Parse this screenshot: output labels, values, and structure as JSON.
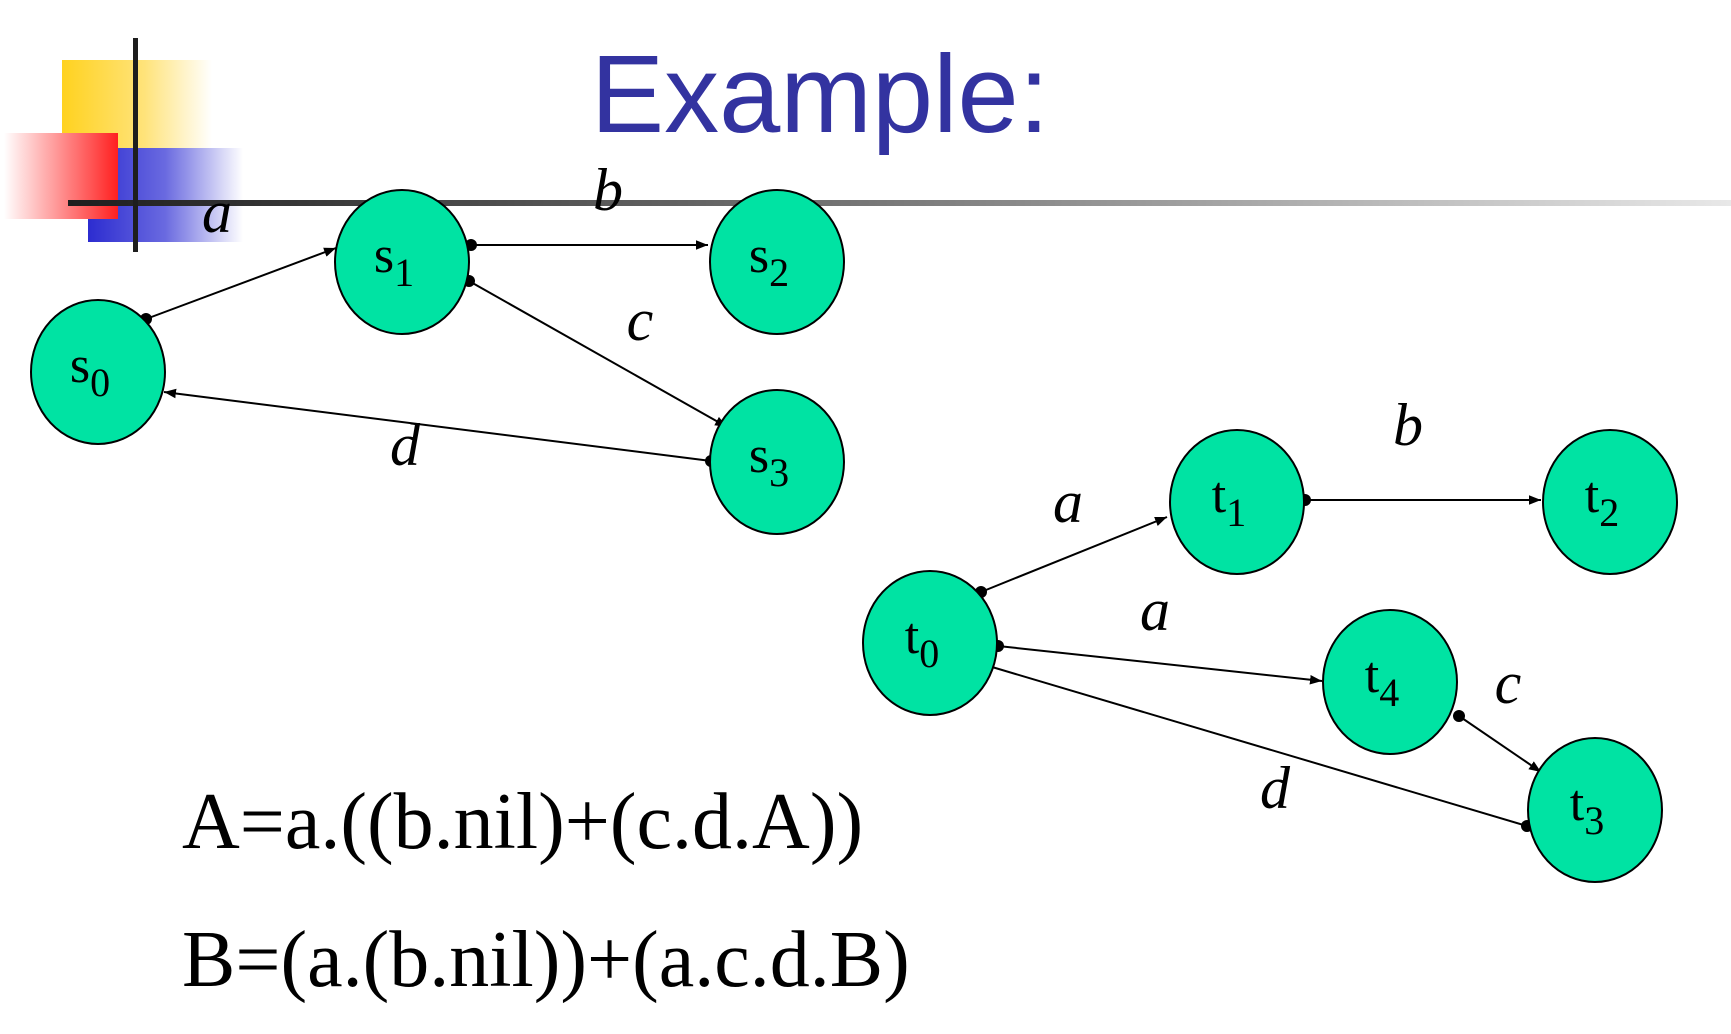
{
  "title": "Example:",
  "formulas": {
    "A": "A=a.((b.nil)+(c.d.A))",
    "B": "B=(a.(b.nil))+(a.c.d.B)"
  },
  "colors": {
    "title": "#3333a0",
    "node_fill": "#00e3a3",
    "edge": "#000000",
    "deco_yellow": "#ffd21f",
    "deco_red": "#ff2a2a",
    "deco_blue": "#3030d0"
  },
  "graph_s": {
    "nodes": [
      {
        "id": "s0",
        "base": "s",
        "sub": "0"
      },
      {
        "id": "s1",
        "base": "s",
        "sub": "1"
      },
      {
        "id": "s2",
        "base": "s",
        "sub": "2"
      },
      {
        "id": "s3",
        "base": "s",
        "sub": "3"
      }
    ],
    "edges": [
      {
        "from": "s0",
        "to": "s1",
        "label": "a"
      },
      {
        "from": "s1",
        "to": "s2",
        "label": "b"
      },
      {
        "from": "s1",
        "to": "s3",
        "label": "c"
      },
      {
        "from": "s3",
        "to": "s0",
        "label": "d"
      }
    ]
  },
  "graph_t": {
    "nodes": [
      {
        "id": "t0",
        "base": "t",
        "sub": "0"
      },
      {
        "id": "t1",
        "base": "t",
        "sub": "1"
      },
      {
        "id": "t2",
        "base": "t",
        "sub": "2"
      },
      {
        "id": "t3",
        "base": "t",
        "sub": "3"
      },
      {
        "id": "t4",
        "base": "t",
        "sub": "4"
      }
    ],
    "edges": [
      {
        "from": "t0",
        "to": "t1",
        "label": "a"
      },
      {
        "from": "t1",
        "to": "t2",
        "label": "b"
      },
      {
        "from": "t0",
        "to": "t4",
        "label": "a"
      },
      {
        "from": "t4",
        "to": "t3",
        "label": "c"
      },
      {
        "from": "t3",
        "to": "t0",
        "label": "d"
      }
    ]
  }
}
